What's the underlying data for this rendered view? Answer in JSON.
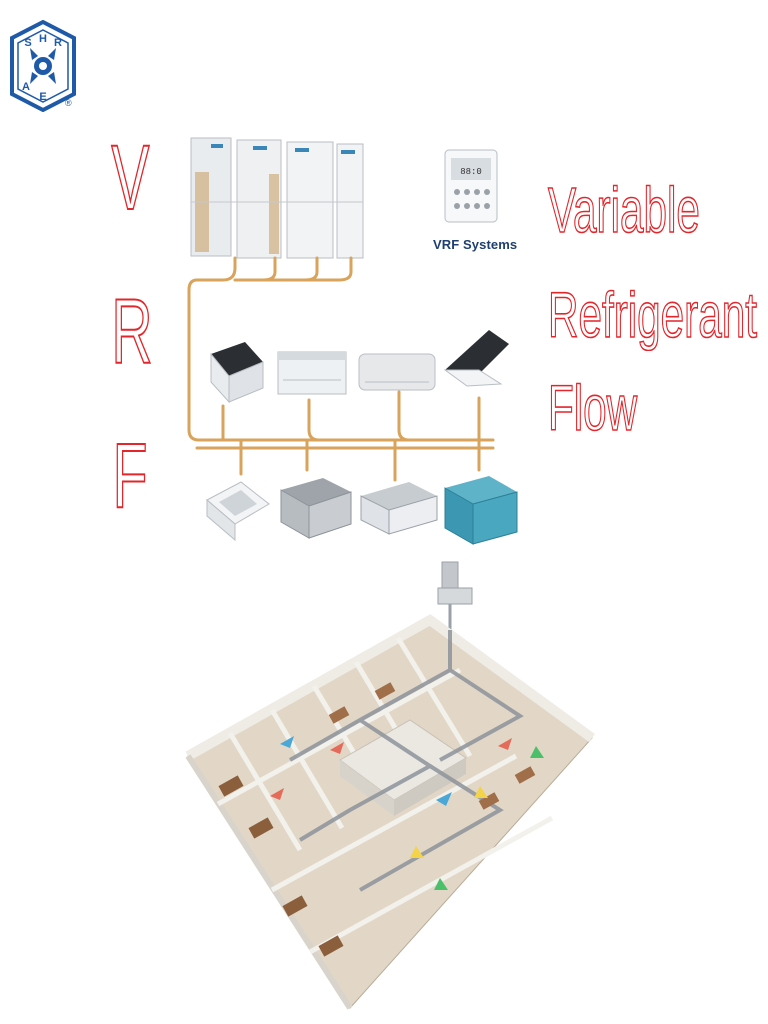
{
  "logo": {
    "letters": [
      "S",
      "H",
      "R",
      "A",
      "E"
    ],
    "registered": "®",
    "color": "#1e5aa8"
  },
  "acronym": [
    "V",
    "R",
    "F"
  ],
  "heading_words": [
    "Variable",
    "Refrigerant",
    "Flow"
  ],
  "diagram": {
    "caption": "VRF Systems",
    "controller_display": "88:0",
    "pipe_color": "#d9a35c",
    "outdoor_units": 4,
    "indoor_units_row1": [
      "ceiling-cassette-unit",
      "ceiling-floor-unit",
      "wall-mounted-unit",
      "four-way-cassette-unit"
    ],
    "indoor_units_row2": [
      "round-cassette-unit",
      "ducted-unit",
      "slim-duct-unit",
      "high-static-duct-unit"
    ]
  },
  "colors": {
    "accent_red": "#e3262b",
    "brand_blue": "#1e5aa8"
  }
}
